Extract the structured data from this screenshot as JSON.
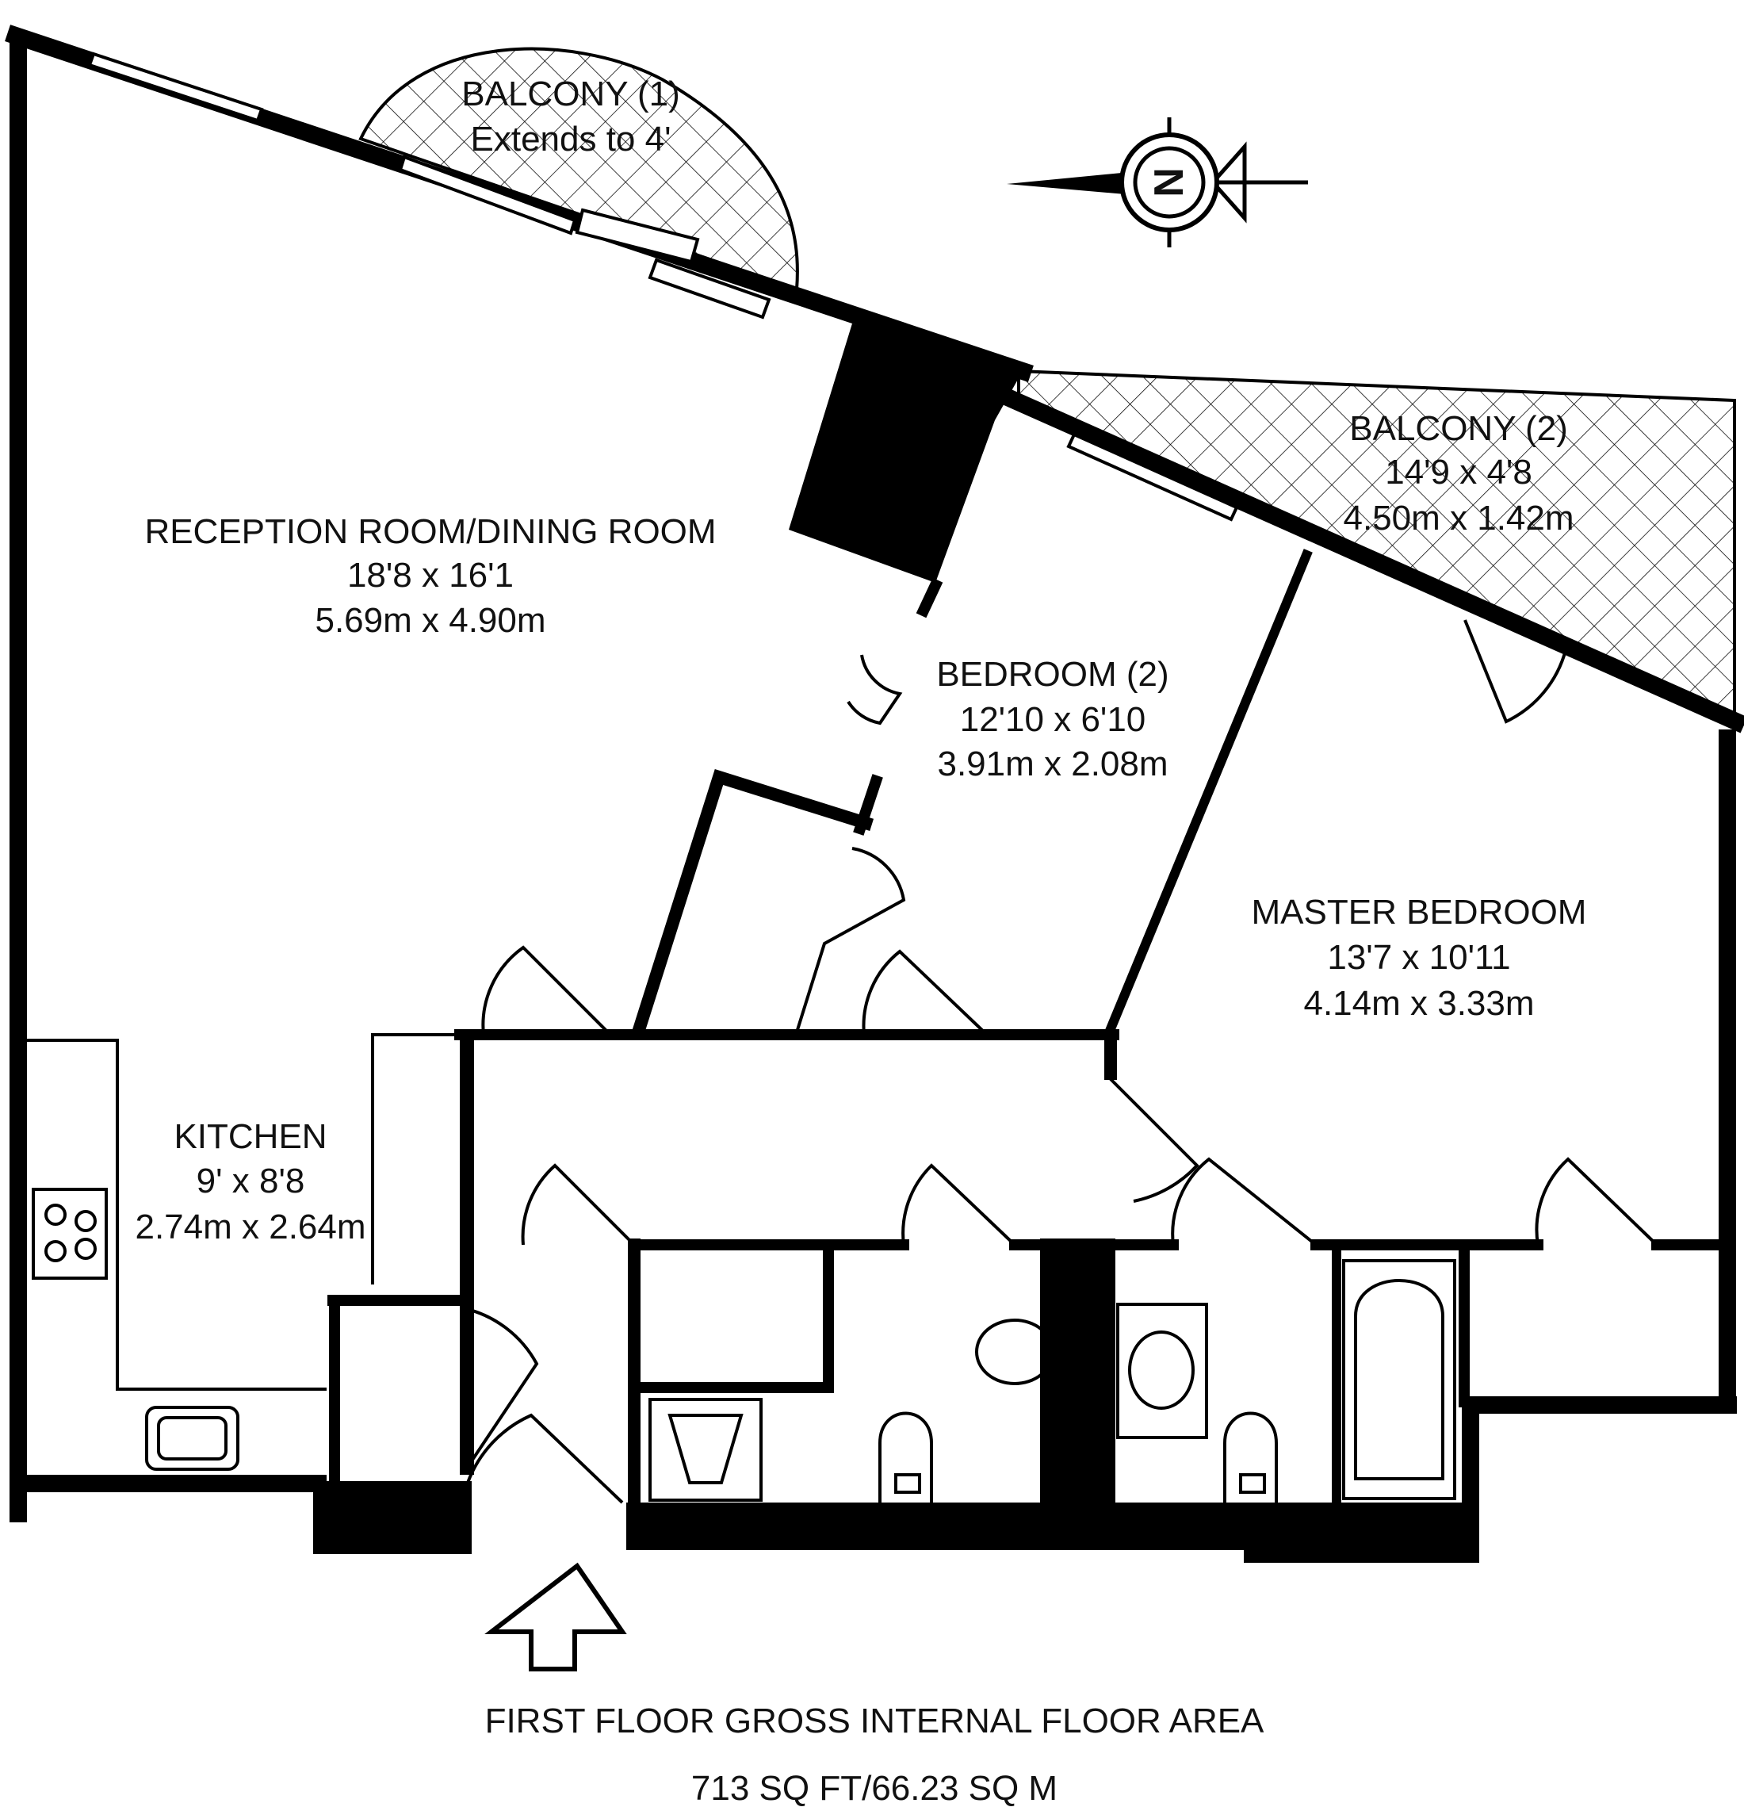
{
  "rooms": {
    "reception": {
      "name": "RECEPTION ROOM/DINING ROOM",
      "imperial": "18'8 x 16'1",
      "metric": "5.69m x 4.90m"
    },
    "bedroom2": {
      "name": "BEDROOM (2)",
      "imperial": "12'10 x 6'10",
      "metric": "3.91m x 2.08m"
    },
    "master": {
      "name": "MASTER BEDROOM",
      "imperial": "13'7 x 10'11",
      "metric": "4.14m x 3.33m"
    },
    "kitchen": {
      "name": "KITCHEN",
      "imperial": "9' x 8'8",
      "metric": "2.74m x 2.64m"
    },
    "balcony1": {
      "name": "BALCONY (1)",
      "note": "Extends to 4'"
    },
    "balcony2": {
      "name": "BALCONY (2)",
      "imperial": "14'9 x 4'8",
      "metric": "4.50m x 1.42m"
    }
  },
  "compass": {
    "letter": "N"
  },
  "footer": {
    "line1": "FIRST FLOOR GROSS INTERNAL FLOOR AREA",
    "line2": "713 SQ FT/66.23 SQ M"
  }
}
